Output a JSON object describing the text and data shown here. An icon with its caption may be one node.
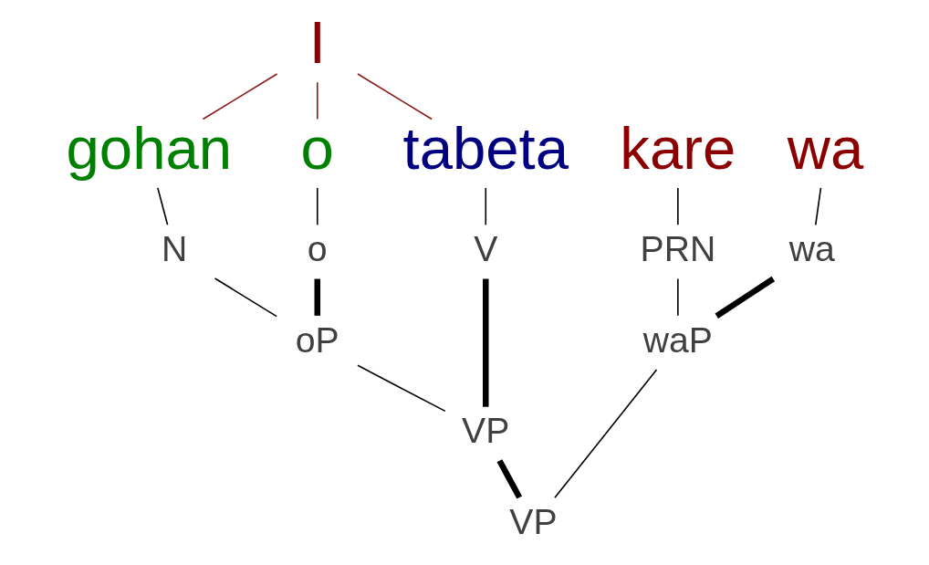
{
  "diagram": {
    "nodes": [
      {
        "text": [
          "I"
        ]
      },
      {
        "text": [
          "kare"
        ]
      },
      {
        "text": [
          "wa"
        ]
      },
      {
        "text": [
          "gohan"
        ]
      },
      {
        "text": [
          "o"
        ]
      },
      {
        "text": [
          "tabeta"
        ]
      },
      {
        "text": [
          "PRN"
        ]
      },
      {
        "text": [
          "wa"
        ]
      },
      {
        "text": [
          "N"
        ]
      },
      {
        "text": [
          "o"
        ]
      },
      {
        "text": [
          "V"
        ]
      },
      {
        "text": [
          "waP"
        ]
      },
      {
        "text": [
          "oP"
        ]
      },
      {
        "text": [
          "VP"
        ]
      },
      {
        "text": [
          "VP"
        ]
      }
    ],
    "edges": [
      {
        "from": 0,
        "to": 3,
        "arrow": "none",
        "color": "#8b1a1a"
      },
      {
        "from": 0,
        "to": 4,
        "arrow": "none",
        "color": "#8b1a1a"
      },
      {
        "from": 0,
        "to": 5,
        "arrow": "none",
        "color": "#8b1a1a"
      },
      {
        "from": 1,
        "to": 6,
        "arrow": "none"
      },
      {
        "from": 2,
        "to": 7,
        "arrow": "none"
      },
      {
        "from": 3,
        "to": 8,
        "arrow": "none"
      },
      {
        "from": 4,
        "to": 9,
        "arrow": "none"
      },
      {
        "from": 5,
        "to": 10,
        "arrow": "none"
      },
      {
        "from": 6,
        "to": 11,
        "arrow": "none"
      },
      {
        "from": 7,
        "to": 11,
        "arrow": "none",
        "style": "thick"
      },
      {
        "from": 8,
        "to": 12,
        "arrow": "none"
      },
      {
        "from": 9,
        "to": 12,
        "arrow": "none",
        "style": "thick"
      },
      {
        "from": 12,
        "to": 13,
        "arrow": "none"
      },
      {
        "from": 10,
        "to": 13,
        "arrow": "none",
        "style": "thick"
      },
      {
        "from": 11,
        "to": 14,
        "arrow": "none"
      },
      {
        "from": 13,
        "to": 14,
        "arrow": "none",
        "style": "thick"
      }
    ]
  }
}
